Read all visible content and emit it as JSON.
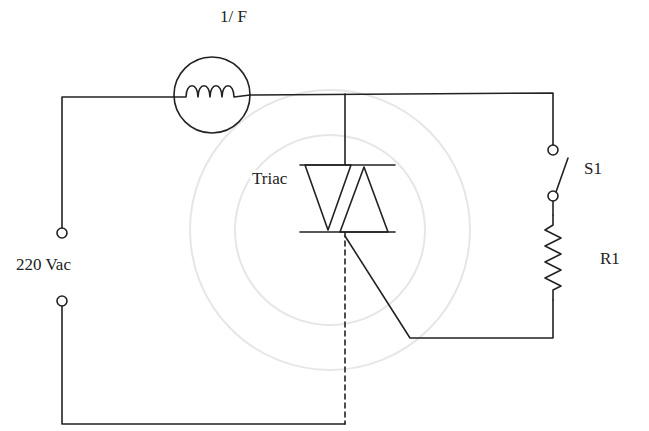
{
  "diagram": {
    "labels": [
      "1/ F",
      "Triac",
      "220 Vac",
      "S1",
      "R1"
    ]
  }
}
